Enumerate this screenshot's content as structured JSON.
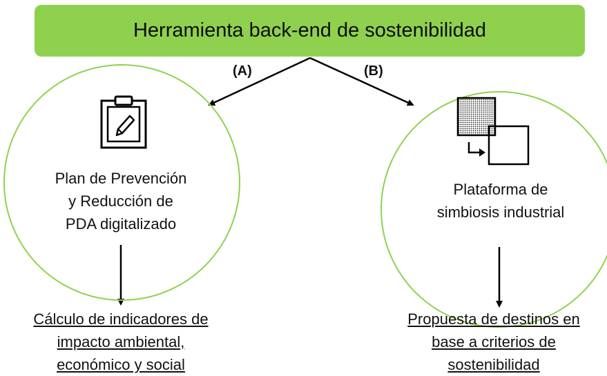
{
  "header": {
    "title": "Herramienta back-end de sostenibilidad"
  },
  "branches": [
    {
      "label": "(A)",
      "node": "Plan de Prevención\ny Reducción de\nPDA digitalizado",
      "icon": "clipboard-pencil-icon",
      "result": "Cálculo de indicadores de\nimpacto ambiental,\neconómico y social"
    },
    {
      "label": "(B)",
      "node": "Plataforma de\nsimbiosis industrial",
      "icon": "symbiosis-squares-icon",
      "result": "Propuesta de destinos en\nbase a criterios de\nsostenibilidad"
    }
  ],
  "colors": {
    "accent": "#8fd14f",
    "line": "#000000"
  }
}
